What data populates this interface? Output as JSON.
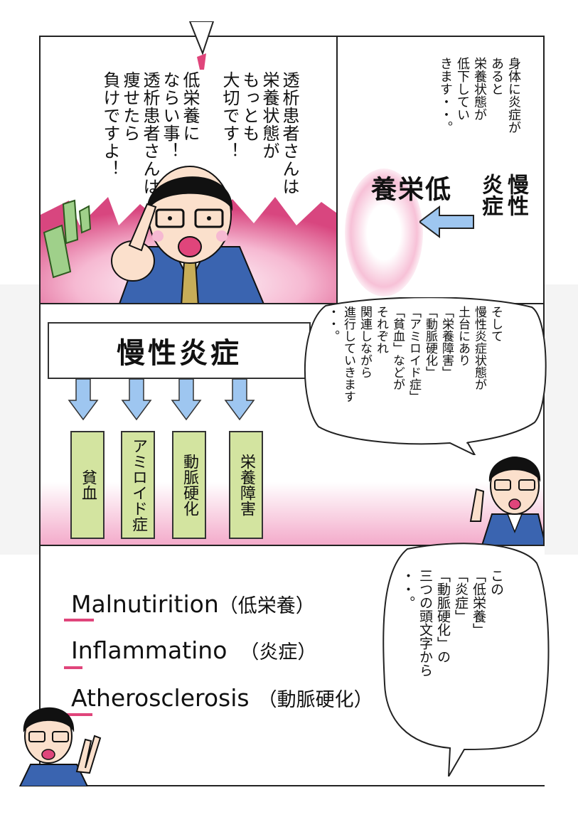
{
  "panel1": {
    "speech": "透析患者さんは\n栄養状態が\nもっとも\n大切です！\n\n低栄養に\nならい事！\n透析患者さんは\n痩せたら\n負けですよ！"
  },
  "panel2": {
    "narration": "身体に炎症が\nあると\n栄養状態が\n低下してい\nきます・・。",
    "source_label": "慢性\n炎症",
    "result_label": "低\n栄\n養"
  },
  "panel3": {
    "header": "慢性炎症",
    "boxes": [
      "貧血",
      "アミロイド症",
      "動脈硬化",
      "栄養障害"
    ],
    "speech": "そして\n慢性炎症状態が\n土台にあり\n「栄養障害」\n「動脈硬化」\n「アミロイド症」\n「貧血」などが\nそれぞれ\n関連しながら\n進行していきます\n・・。"
  },
  "panel4": {
    "speech": "この\n「低栄養」\n「炎症」\n「動脈硬化」の\n三つの頭文字から\n・・。",
    "terms": [
      {
        "initial": "M",
        "rest": "alnutirition",
        "jp": "（低栄養）"
      },
      {
        "initial": "I",
        "rest": "nflammatino",
        "jp": "（炎症）"
      },
      {
        "initial": "A",
        "rest": "therosclerosis",
        "jp": "（動脈硬化）"
      }
    ]
  },
  "colors": {
    "accent": "#e0457b",
    "box_fill": "#d3e4a0",
    "arrow": "#6a9ad6",
    "suit": "#3a64b0"
  }
}
